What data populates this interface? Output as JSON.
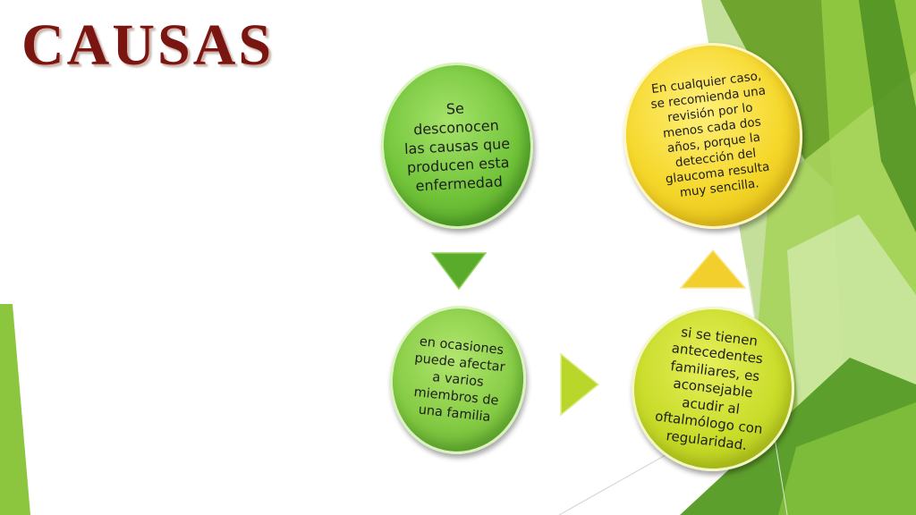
{
  "title": "CAUSAS",
  "colors": {
    "title": "#7a1612",
    "node_green": "#72c43a",
    "node_lightgreen": "#86cc45",
    "node_yellow": "#f5d72a",
    "node_lime": "#c9dc2a",
    "arrow_green": "#5aab2c",
    "arrow_lime": "#b9d62a",
    "arrow_yellow": "#f3cf2e"
  },
  "nodes": [
    {
      "id": "n1",
      "text": "Se desconocen las causas que producen esta enfermedad"
    },
    {
      "id": "n2",
      "text": "en ocasiones puede afectar a varios miembros de una familia"
    },
    {
      "id": "n3",
      "text": "si se tienen antecedentes familiares, es aconsejable acudir al oftalmólogo con regularidad."
    },
    {
      "id": "n4",
      "text": "En cualquier caso, se recomienda una revisión por lo menos cada dos años, porque la detección del glaucoma resulta muy sencilla."
    }
  ],
  "arrows": [
    {
      "from": "n1",
      "to": "n2",
      "direction": "down"
    },
    {
      "from": "n2",
      "to": "n3",
      "direction": "right"
    },
    {
      "from": "n3",
      "to": "n4",
      "direction": "up"
    }
  ]
}
